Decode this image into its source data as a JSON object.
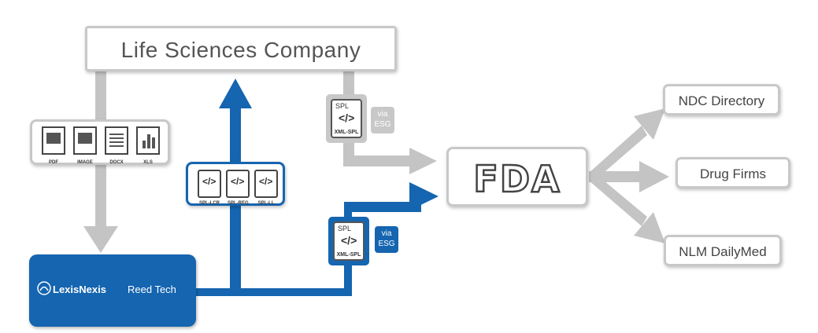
{
  "nodes": {
    "company": "Life Sciences Company",
    "fda_logo": "FDA",
    "ndc": "NDC Directory",
    "drug_firms": "Drug Firms",
    "nlm": "NLM DailyMed",
    "lexisnexis": "LexisNexis",
    "reedtech": "Reed Tech"
  },
  "formats": [
    "PDF",
    "IMAGE",
    "DOCX",
    "XLS"
  ],
  "spl_types": [
    "SPL-LCR",
    "SPL-REG",
    "SPL-LL"
  ],
  "submission_top": {
    "label": "SPL",
    "sub": "XML-SPL",
    "via": "via ESG"
  },
  "submission_bottom": {
    "label": "SPL",
    "sub": "XML-SPL",
    "via": "via ESG"
  },
  "colors": {
    "blue": "#1565b0",
    "gray_arrow": "#c4c4c4",
    "text": "#444444"
  }
}
